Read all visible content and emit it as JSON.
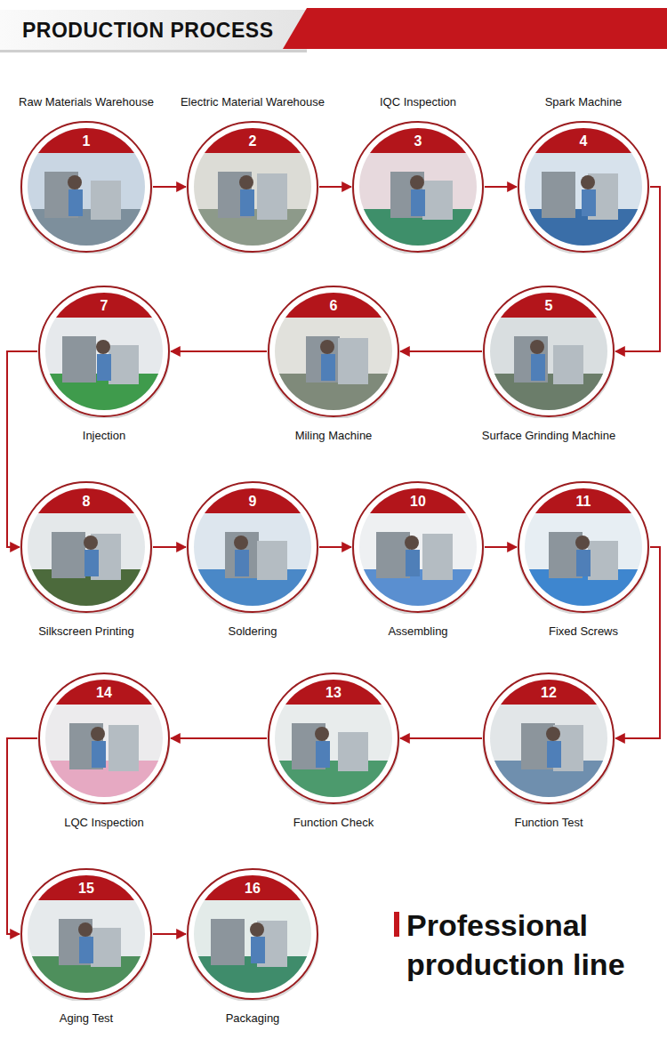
{
  "diagram": {
    "title": "PRODUCTION PROCESS",
    "nodes": [
      {
        "text": [
          "1",
          "Raw Materials Warehouse"
        ]
      },
      {
        "text": [
          "2",
          "Electric Material Warehouse"
        ]
      },
      {
        "text": [
          "3",
          "IQC Inspection"
        ]
      },
      {
        "text": [
          "4",
          "Spark Machine"
        ]
      },
      {
        "text": [
          "5",
          "Surface Grinding Machine"
        ]
      },
      {
        "text": [
          "6",
          "Miling Machine"
        ]
      },
      {
        "text": [
          "7",
          "Injection"
        ]
      },
      {
        "text": [
          "8",
          "Silkscreen Printing"
        ]
      },
      {
        "text": [
          "9",
          "Soldering"
        ]
      },
      {
        "text": [
          "10",
          "Assembling"
        ]
      },
      {
        "text": [
          "11",
          "Fixed Screws"
        ]
      },
      {
        "text": [
          "12",
          "Function Test"
        ]
      },
      {
        "text": [
          "13",
          "Function Check"
        ]
      },
      {
        "text": [
          "14",
          "LQC Inspection"
        ]
      },
      {
        "text": [
          "15",
          "Aging Test"
        ]
      },
      {
        "text": [
          "16",
          "Packaging"
        ]
      }
    ],
    "edges": [
      {
        "from": 0,
        "to": 1,
        "arrow": "to"
      },
      {
        "from": 1,
        "to": 2,
        "arrow": "to"
      },
      {
        "from": 2,
        "to": 3,
        "arrow": "to"
      },
      {
        "from": 3,
        "to": 4,
        "arrow": "to"
      },
      {
        "from": 4,
        "to": 5,
        "arrow": "to"
      },
      {
        "from": 5,
        "to": 6,
        "arrow": "to"
      },
      {
        "from": 6,
        "to": 7,
        "arrow": "to"
      },
      {
        "from": 7,
        "to": 8,
        "arrow": "to"
      },
      {
        "from": 8,
        "to": 9,
        "arrow": "to"
      },
      {
        "from": 9,
        "to": 10,
        "arrow": "to"
      },
      {
        "from": 10,
        "to": 11,
        "arrow": "to"
      },
      {
        "from": 11,
        "to": 12,
        "arrow": "to"
      },
      {
        "from": 12,
        "to": 13,
        "arrow": "to"
      },
      {
        "from": 13,
        "to": 14,
        "arrow": "to"
      },
      {
        "from": 14,
        "to": 15,
        "arrow": "to"
      }
    ],
    "labels": [
      "Professional production line"
    ]
  }
}
